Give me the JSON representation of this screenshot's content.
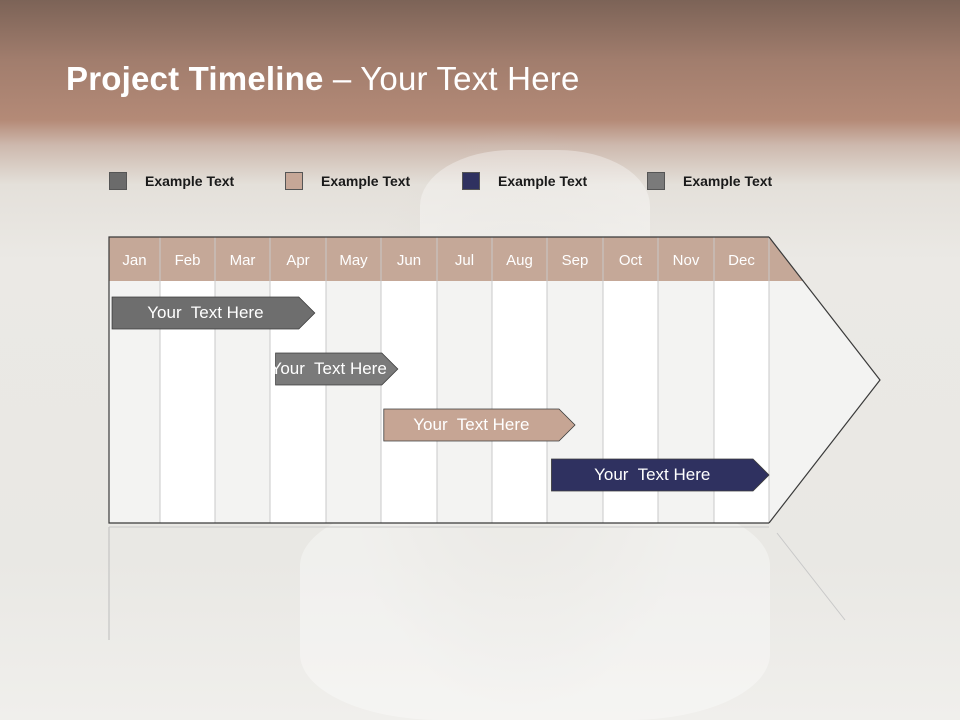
{
  "title": {
    "bold": "Project Timeline",
    "rest": " – Your Text Here"
  },
  "legend": [
    {
      "label": "Example Text",
      "color": "#6b6b6b"
    },
    {
      "label": "Example Text",
      "color": "#c6a797"
    },
    {
      "label": "Example Text",
      "color": "#2f3160"
    },
    {
      "label": "Example Text",
      "color": "#7a7a7a"
    }
  ],
  "months": [
    "Jan",
    "Feb",
    "Mar",
    "Apr",
    "May",
    "Jun",
    "Jul",
    "Aug",
    "Sep",
    "Oct",
    "Nov",
    "Dec"
  ],
  "colors": {
    "header": "#c5a898",
    "header_text": "#ffffff",
    "grid": "#c9c9c9",
    "border": "#3a3a3a"
  },
  "tasks": [
    {
      "label": "Your  Text Here",
      "color": "#6e6e6e",
      "start": "Jan",
      "end": "Apr"
    },
    {
      "label": "Your  Text Here",
      "color": "#7a7a7a",
      "start": "Apr",
      "end": "Jun"
    },
    {
      "label": "Your  Text Here",
      "color": "#c6a594",
      "start": "Jun",
      "end": "Sep"
    },
    {
      "label": "Your  Text Here",
      "color": "#2f3160",
      "start": "Sep",
      "end": "Dec"
    }
  ]
}
